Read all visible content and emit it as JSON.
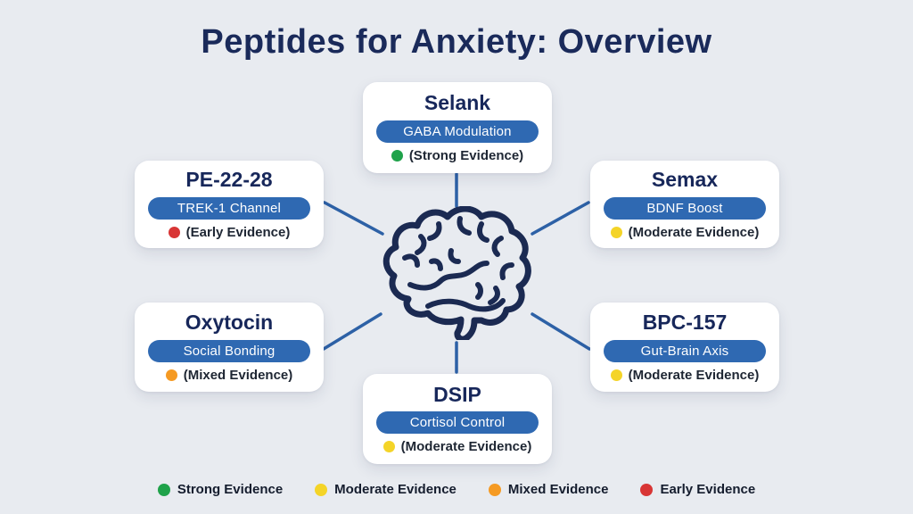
{
  "title": "Peptides for Anxiety: Overview",
  "colors": {
    "background": "#e8ebf0",
    "navy_text": "#1a2a5a",
    "pill_blue": "#2f69b2",
    "connector_blue": "#2d61a6",
    "brain_stroke": "#1b2a52",
    "card_background": "#ffffff",
    "strong": "#1fa24a",
    "moderate": "#f4d428",
    "mixed": "#f59a23",
    "early": "#d83535"
  },
  "center": {
    "icon": "brain-icon"
  },
  "peptides": [
    {
      "name": "Selank",
      "mechanism": "GABA Modulation",
      "evidence": "(Strong Evidence)",
      "evidence_level": "strong",
      "dot_color": "#1fa24a",
      "position": "top"
    },
    {
      "name": "PE-22-28",
      "mechanism": "TREK-1 Channel",
      "evidence": "(Early Evidence)",
      "evidence_level": "early",
      "dot_color": "#d83535",
      "position": "upper-left"
    },
    {
      "name": "Semax",
      "mechanism": "BDNF Boost",
      "evidence": "(Moderate Evidence)",
      "evidence_level": "moderate",
      "dot_color": "#f4d428",
      "position": "upper-right"
    },
    {
      "name": "Oxytocin",
      "mechanism": "Social Bonding",
      "evidence": "(Mixed Evidence)",
      "evidence_level": "mixed",
      "dot_color": "#f59a23",
      "position": "lower-left"
    },
    {
      "name": "BPC-157",
      "mechanism": "Gut-Brain Axis",
      "evidence": "(Moderate Evidence)",
      "evidence_level": "moderate",
      "dot_color": "#f4d428",
      "position": "lower-right"
    },
    {
      "name": "DSIP",
      "mechanism": "Cortisol Control",
      "evidence": "(Moderate Evidence)",
      "evidence_level": "moderate",
      "dot_color": "#f4d428",
      "position": "bottom"
    }
  ],
  "legend": {
    "items": [
      {
        "label": "Strong Evidence",
        "color": "#1fa24a"
      },
      {
        "label": "Moderate Evidence",
        "color": "#f4d428"
      },
      {
        "label": "Mixed Evidence",
        "color": "#f59a23"
      },
      {
        "label": "Early Evidence",
        "color": "#d83535"
      }
    ]
  }
}
